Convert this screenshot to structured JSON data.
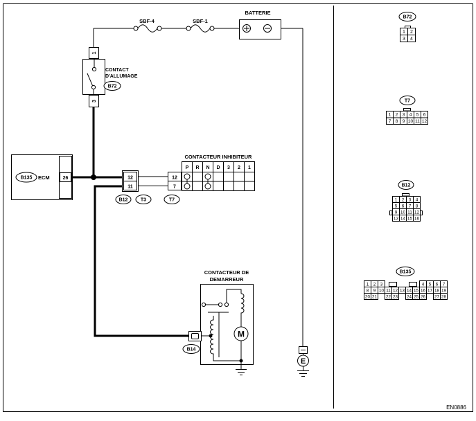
{
  "fuses": {
    "left": "SBF-4",
    "right": "SBF-1"
  },
  "battery": {
    "label": "BATTERIE"
  },
  "ignition_switch": {
    "label_lines": [
      "CONTACT",
      "D'ALLUMAGE"
    ],
    "connector": "B72",
    "pin_top": "1",
    "pin_bottom": "3"
  },
  "ecm": {
    "label": "ECM",
    "connector": "B135",
    "pin": "26"
  },
  "joint_connector": {
    "pins": [
      "12",
      "11"
    ],
    "connectors": [
      "B12",
      "T3"
    ]
  },
  "inhibitor_switch": {
    "label": "CONTACTEUR INHIBITEUR",
    "connector": "T7",
    "pins": [
      "12",
      "7"
    ],
    "positions": [
      "P",
      "R",
      "N",
      "D",
      "3",
      "2",
      "1"
    ]
  },
  "starter": {
    "label_lines": [
      "CONTACTEUR DE",
      "DEMARREUR"
    ],
    "connector": "B14",
    "motor": "M"
  },
  "ground": {
    "label": "E"
  },
  "connector_views": [
    {
      "name": "B72",
      "rows": [
        [
          "1",
          "2"
        ],
        [
          "3",
          "4"
        ]
      ]
    },
    {
      "name": "T7",
      "rows": [
        [
          "1",
          "2",
          "3",
          "4",
          "5",
          "6"
        ],
        [
          "7",
          "8",
          "9",
          "10",
          "11",
          "12"
        ]
      ]
    },
    {
      "name": "B12",
      "rows": [
        [
          "1",
          "2",
          "3",
          "4"
        ],
        [
          "5",
          "6",
          "7",
          "8"
        ],
        [
          "9",
          "10",
          "11",
          "12"
        ],
        [
          "13",
          "14",
          "15",
          "16"
        ]
      ]
    },
    {
      "name": "B135",
      "rows": [
        [
          "1",
          "2",
          "3",
          "",
          "",
          "",
          "",
          "",
          "4",
          "5",
          "6",
          "7"
        ],
        [
          "8",
          "9",
          "10",
          "11",
          "12",
          "13",
          "14",
          "15",
          "16",
          "17",
          "18",
          "19"
        ],
        [
          "20",
          "21",
          "",
          "22",
          "23",
          "",
          "24",
          "25",
          "26",
          "",
          "27",
          "28"
        ]
      ]
    }
  ],
  "footer": {
    "code": "EN0886"
  }
}
